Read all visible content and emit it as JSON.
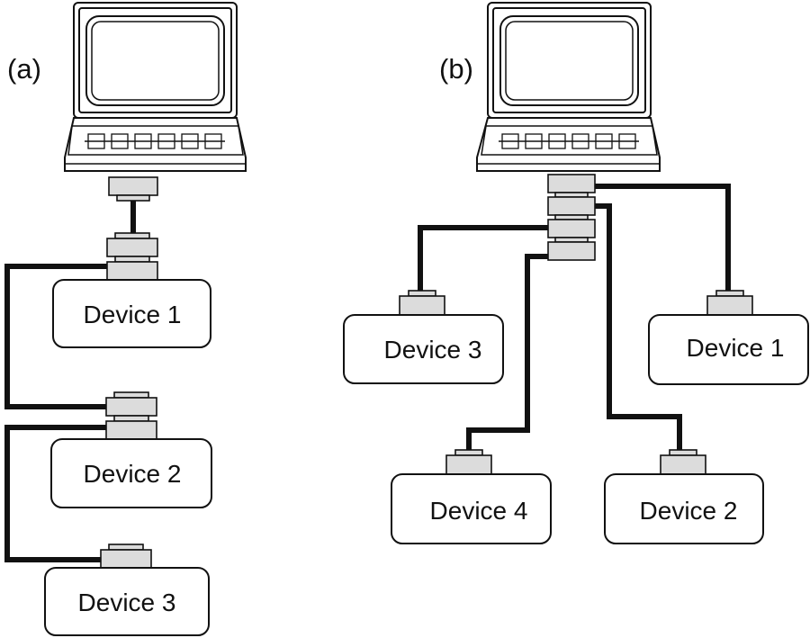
{
  "panels": [
    {
      "label": "(a)",
      "devices": [
        {
          "label": "Device 1"
        },
        {
          "label": "Device 2"
        },
        {
          "label": "Device 3"
        }
      ]
    },
    {
      "label": "(b)",
      "devices": [
        {
          "label": "Device 3"
        },
        {
          "label": "Device 1"
        },
        {
          "label": "Device 4"
        },
        {
          "label": "Device 2"
        }
      ]
    }
  ]
}
